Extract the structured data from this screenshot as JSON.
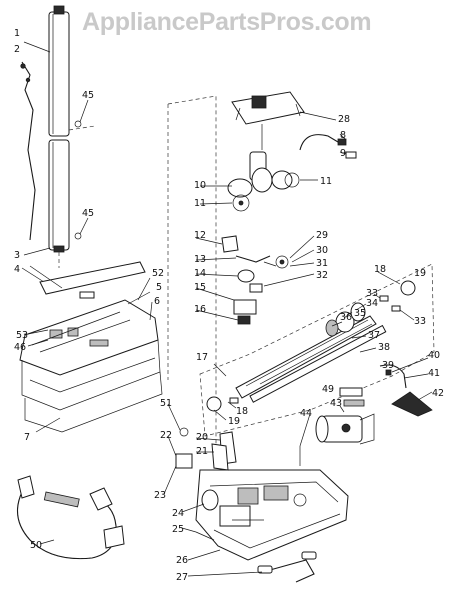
{
  "watermark": "AppliancePartsPros.com",
  "callouts": [
    {
      "label": "1"
    },
    {
      "label": "2"
    },
    {
      "label": "45"
    },
    {
      "label": "45"
    },
    {
      "label": "3"
    },
    {
      "label": "4"
    },
    {
      "label": "52"
    },
    {
      "label": "5"
    },
    {
      "label": "6"
    },
    {
      "label": "53"
    },
    {
      "label": "46"
    },
    {
      "label": "7"
    },
    {
      "label": "28"
    },
    {
      "label": "8"
    },
    {
      "label": "9"
    },
    {
      "label": "10"
    },
    {
      "label": "11"
    },
    {
      "label": "11"
    },
    {
      "label": "12"
    },
    {
      "label": "13"
    },
    {
      "label": "14"
    },
    {
      "label": "15"
    },
    {
      "label": "16"
    },
    {
      "label": "29"
    },
    {
      "label": "30"
    },
    {
      "label": "31"
    },
    {
      "label": "32"
    },
    {
      "label": "18"
    },
    {
      "label": "19"
    },
    {
      "label": "33"
    },
    {
      "label": "34"
    },
    {
      "label": "35"
    },
    {
      "label": "36"
    },
    {
      "label": "37"
    },
    {
      "label": "38"
    },
    {
      "label": "39"
    },
    {
      "label": "33"
    },
    {
      "label": "17"
    },
    {
      "label": "18"
    },
    {
      "label": "19"
    },
    {
      "label": "40"
    },
    {
      "label": "41"
    },
    {
      "label": "42"
    },
    {
      "label": "49"
    },
    {
      "label": "43"
    },
    {
      "label": "44"
    },
    {
      "label": "51"
    },
    {
      "label": "22"
    },
    {
      "label": "20"
    },
    {
      "label": "21"
    },
    {
      "label": "23"
    },
    {
      "label": "24"
    },
    {
      "label": "25"
    },
    {
      "label": "26"
    },
    {
      "label": "27"
    },
    {
      "label": "50"
    }
  ]
}
